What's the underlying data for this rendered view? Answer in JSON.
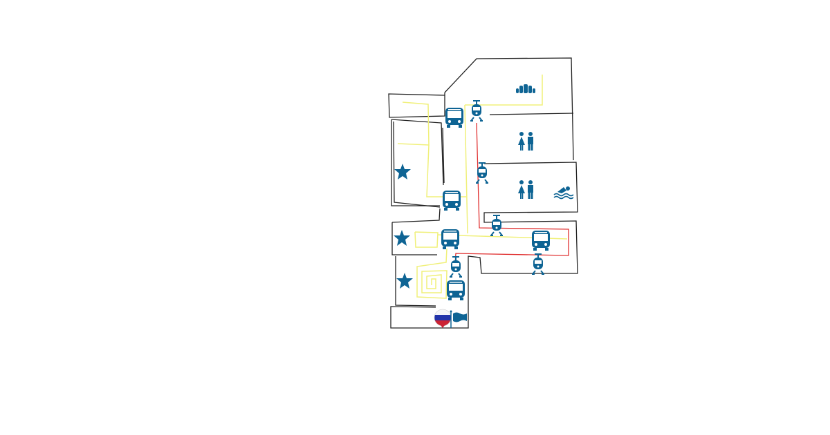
{
  "map": {
    "colors": {
      "icon": "#0e6494",
      "walls": "#222222",
      "walkway": "#f0f07a",
      "tram_route": "#e03030",
      "flag_white": "#ffffff",
      "flag_blue": "#2233aa",
      "flag_red": "#cc2233"
    },
    "icons": {
      "bus": "bus-icon",
      "tram": "tram-icon",
      "star": "star-icon",
      "toilets": "toilets-icon",
      "swimming": "swimming-icon",
      "bakery": "bakery-icon",
      "flag": "flag-icon",
      "country_flag": "russia-flag-icon"
    },
    "counts": {
      "bus": 5,
      "tram": 5,
      "star": 3,
      "toilets": 2
    }
  }
}
